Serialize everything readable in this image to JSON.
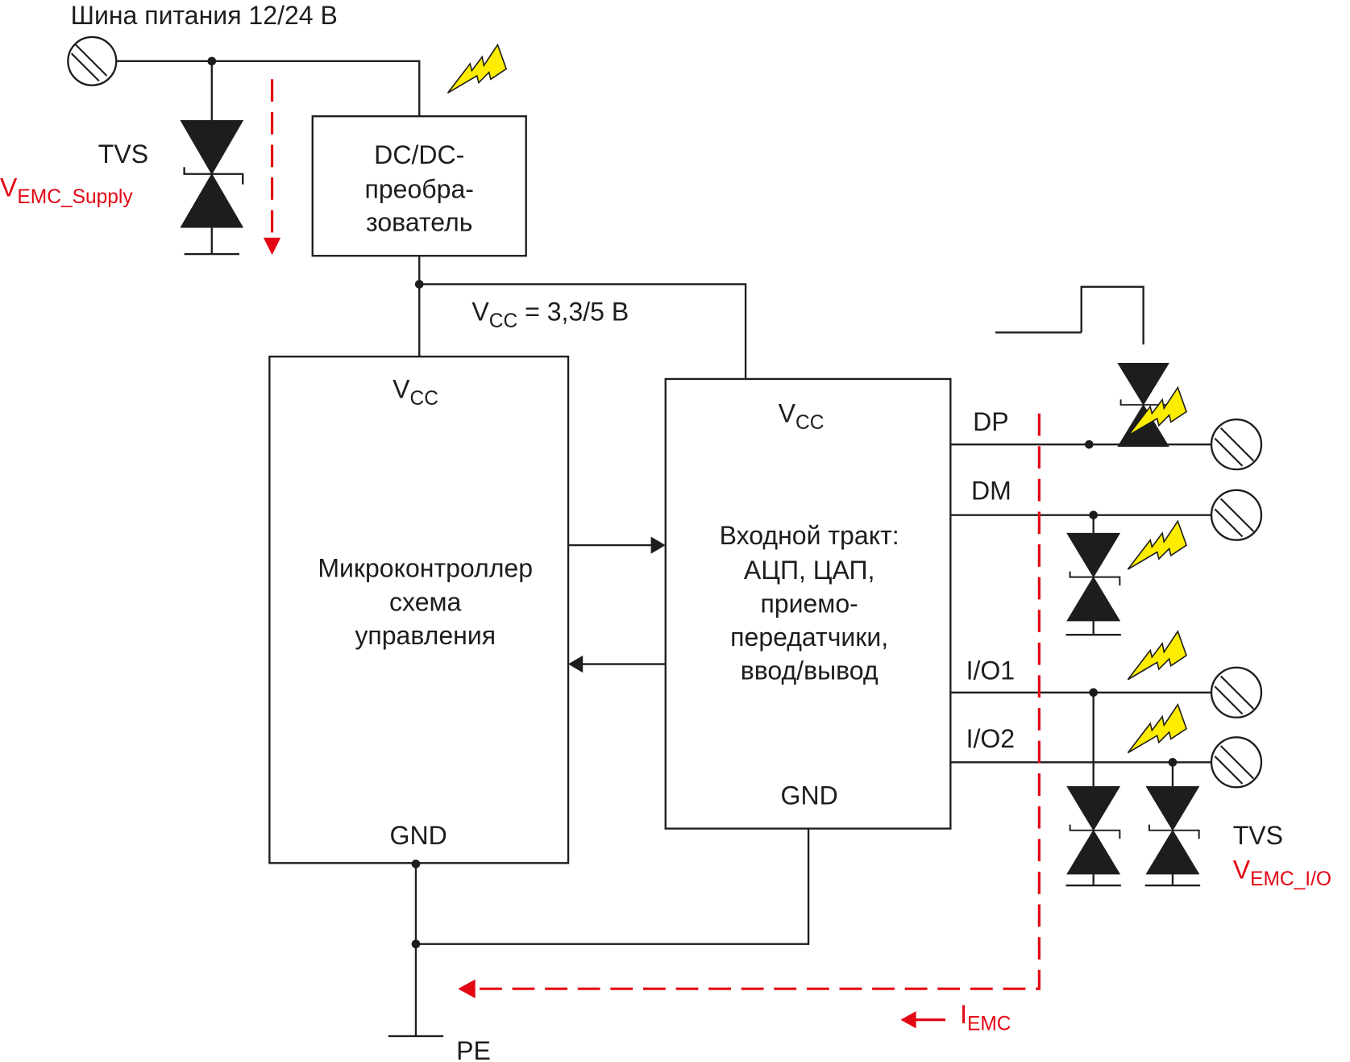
{
  "diagram": {
    "type": "circuit-schematic",
    "colors": {
      "line": "#1d1d1b",
      "accent_red": "#e30613",
      "bolt_yellow": "#ffed00"
    },
    "power_bus_label": "Шина питания 12/24 В",
    "supply_tvs": {
      "label": "TVS",
      "voltage_main": "V",
      "voltage_sub": "EMC_Supply"
    },
    "dcdc": {
      "lines": [
        "DC/DC-",
        "преобра-",
        "зователь"
      ]
    },
    "vcc_rail": {
      "main": "V",
      "sub": "CC",
      "value": " = 3,3/5 В"
    },
    "mcu": {
      "vcc_main": "V",
      "vcc_sub": "CC",
      "lines": [
        "Микроконтроллер",
        "схема",
        "управления"
      ],
      "gnd": "GND"
    },
    "frontend": {
      "vcc_main": "V",
      "vcc_sub": "CC",
      "lines": [
        "Входной тракт:",
        "АЦП, ЦАП,",
        "приемо-",
        "передатчики,",
        "ввод/вывод"
      ],
      "gnd": "GND"
    },
    "signals": [
      "DP",
      "DM",
      "I/O1",
      "I/O2"
    ],
    "io_tvs": {
      "label": "TVS",
      "voltage_main": "V",
      "voltage_sub": "EMC_I/O"
    },
    "current": {
      "main": "I",
      "sub": "EMC"
    },
    "ground_label": "PE",
    "icons": {
      "terminal": "terminal-connector-icon",
      "tvs": "tvs-diode-icon",
      "esd": "lightning-bolt-icon",
      "ground": "ground-symbol-icon"
    }
  }
}
